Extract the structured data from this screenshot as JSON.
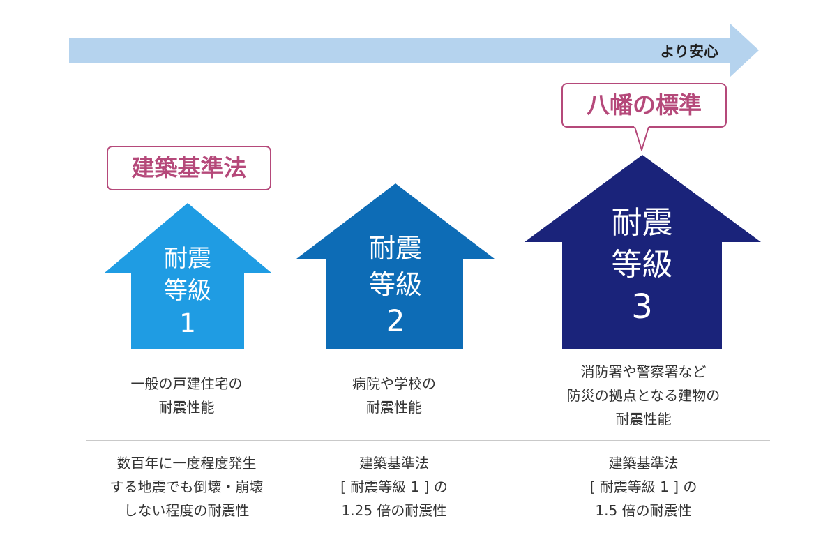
{
  "arrow": {
    "label": "より安心",
    "color": "#b5d3ee"
  },
  "badges": [
    {
      "text": "建築基準法",
      "color": "#b5497a"
    },
    {
      "text": "八幡の標準",
      "color": "#b5497a"
    }
  ],
  "houses": [
    {
      "line1": "耐震",
      "line2": "等級",
      "level": "1",
      "color": "#1f9ce3"
    },
    {
      "line1": "耐震",
      "line2": "等級",
      "level": "2",
      "color": "#0d6cb6"
    },
    {
      "line1": "耐震",
      "line2": "等級",
      "level": "3",
      "color": "#1a237a"
    }
  ],
  "descriptions": [
    [
      "一般の戸建住宅の",
      "耐震性能"
    ],
    [
      "病院や学校の",
      "耐震性能"
    ],
    [
      "消防署や警察署など",
      "防災の拠点となる建物の",
      "耐震性能"
    ]
  ],
  "notes": [
    [
      "数百年に一度程度発生",
      "する地震でも倒壊・崩壊",
      "しない程度の耐震性"
    ],
    [
      "建築基準法",
      "[ 耐震等級 1 ] の",
      "1.25 倍の耐震性"
    ],
    [
      "建築基準法",
      "[ 耐震等級 1 ] の",
      "1.5 倍の耐震性"
    ]
  ]
}
